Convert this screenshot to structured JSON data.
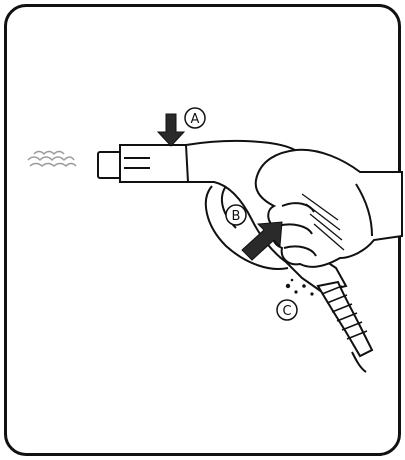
{
  "callouts": [
    {
      "id": "A",
      "label": "A"
    },
    {
      "id": "B",
      "label": "B"
    },
    {
      "id": "C",
      "label": "C"
    }
  ],
  "colors": {
    "line": "#111111",
    "arrow": "#2a2a2a",
    "background": "#ffffff",
    "spray": "#9a9a9a"
  },
  "icons": [
    "spray-cloud-icon",
    "press-arrow-icon",
    "trigger-arrow-icon"
  ]
}
